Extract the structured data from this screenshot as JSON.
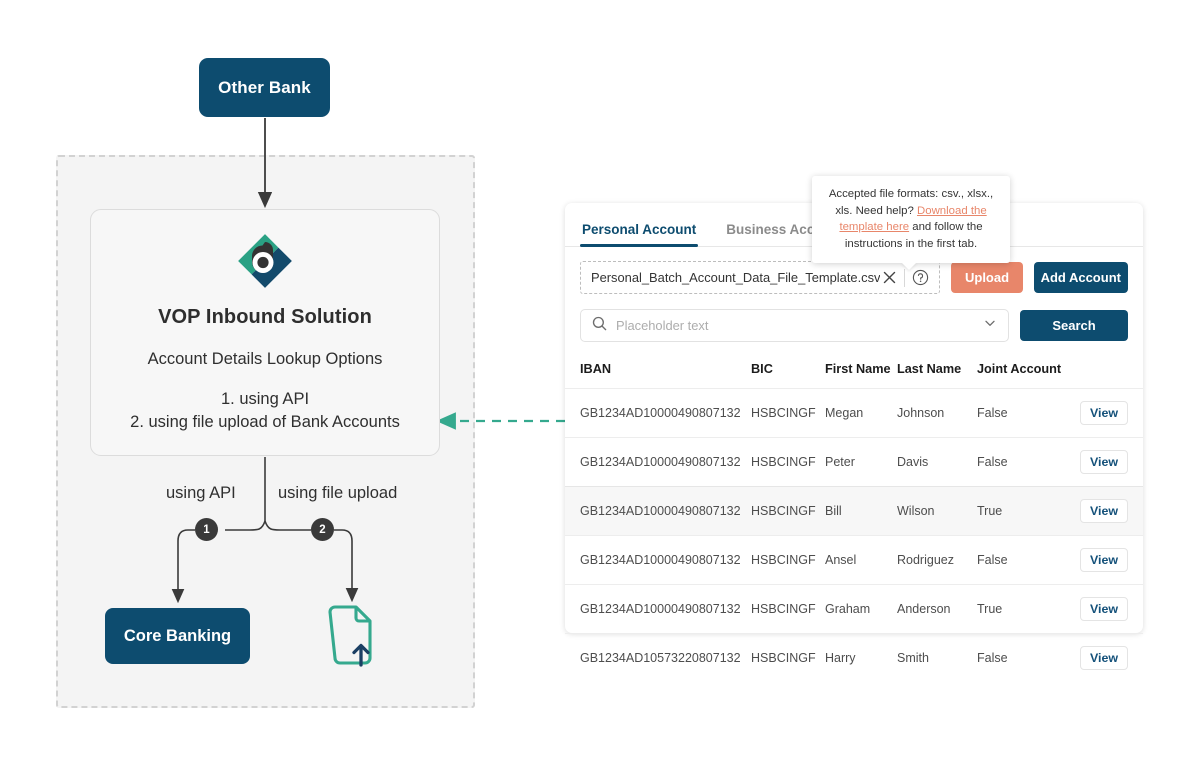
{
  "diagram": {
    "other_bank_label": "Other Bank",
    "vop": {
      "title": "VOP Inbound Solution",
      "subtitle": "Account Details Lookup Options",
      "option_1": "1. using API",
      "option_2": "2. using file upload of Bank Accounts",
      "logo_icon": "b-diamond-logo-icon"
    },
    "branches": {
      "api_label": "using API",
      "upload_label": "using file upload",
      "badge_1": "1",
      "badge_2": "2"
    },
    "core_banking_label": "Core Banking",
    "file_upload_icon": "file-upload-icon",
    "colors": {
      "navy": "#0d4c6f",
      "teal": "#35a98e",
      "badge": "#3a3a3a",
      "container_bg": "#f4f4f4",
      "dashed_border": "#d2d2d2"
    }
  },
  "panel": {
    "tabs": [
      {
        "label": "Personal Account",
        "active": true
      },
      {
        "label": "Business Account",
        "active": false
      }
    ],
    "upload": {
      "file_name": "Personal_Batch_Account_Data_File_Template.csv",
      "clear_icon": "close-icon",
      "help_icon": "question-circle-icon",
      "upload_label": "Upload",
      "add_account_label": "Add Account",
      "upload_color": "#e8866a",
      "add_account_color": "#0d4c6f"
    },
    "tooltip": {
      "line_1": "Accepted file formats: csv., xlsx., xls.",
      "line_2_prefix": "Need help? ",
      "link_text": "Download the template here",
      "line_2_suffix": " and follow the instructions in the first tab.",
      "link_color": "#e8866a"
    },
    "search": {
      "icon": "search-icon",
      "placeholder": "Placeholder text",
      "value": "",
      "chevron_icon": "chevron-down-icon",
      "button_label": "Search"
    },
    "table": {
      "columns": [
        "IBAN",
        "BIC",
        "First Name",
        "Last Name",
        "Joint Account",
        ""
      ],
      "action_label": "View",
      "rows": [
        {
          "iban": "GB1234AD10000490807132",
          "bic": "HSBCINGF",
          "first": "Megan",
          "last": "Johnson",
          "joint": "False",
          "action": "View",
          "highlight": false
        },
        {
          "iban": "GB1234AD10000490807132",
          "bic": "HSBCINGF",
          "first": "Peter",
          "last": "Davis",
          "joint": "False",
          "action": "View",
          "highlight": false
        },
        {
          "iban": "GB1234AD10000490807132",
          "bic": "HSBCINGF",
          "first": "Bill",
          "last": "Wilson",
          "joint": "True",
          "action": "View",
          "highlight": true
        },
        {
          "iban": "GB1234AD10000490807132",
          "bic": "HSBCINGF",
          "first": "Ansel",
          "last": "Rodriguez",
          "joint": "False",
          "action": "View",
          "highlight": false
        },
        {
          "iban": "GB1234AD10000490807132",
          "bic": "HSBCINGF",
          "first": "Graham",
          "last": "Anderson",
          "joint": "True",
          "action": "View",
          "highlight": false
        },
        {
          "iban": "GB1234AD10573220807132",
          "bic": "HSBCINGF",
          "first": "Harry",
          "last": "Smith",
          "joint": "False",
          "action": "View",
          "highlight": false
        }
      ]
    }
  }
}
